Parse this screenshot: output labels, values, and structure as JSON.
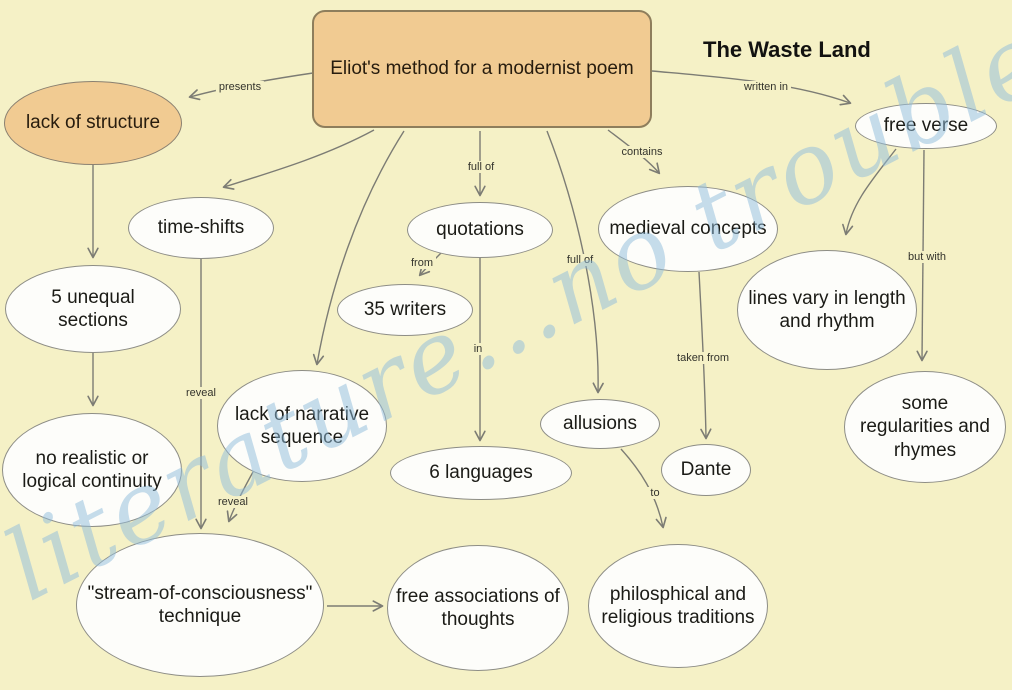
{
  "title": "The Waste Land",
  "root": {
    "label": "Eliot's method for a modernist poem"
  },
  "watermark": {
    "text": "literature...no trouble",
    "color": "#8fbcdc"
  },
  "colors": {
    "background": "#f5f1c6",
    "node_fill": "#fdfdfa",
    "node_border": "#8d8d86",
    "accent_fill": "#f1cb92",
    "accent_border": "#8e7e5c",
    "line": "#7c7c74",
    "text": "#1b1b16",
    "watermark": "#8fbcdc"
  },
  "nodes": [
    {
      "id": "lack-of-structure",
      "label": "lack of structure",
      "accent": true
    },
    {
      "id": "free-verse",
      "label": "free verse",
      "accent": false
    },
    {
      "id": "time-shifts",
      "label": "time-shifts",
      "accent": false
    },
    {
      "id": "quotations",
      "label": "quotations",
      "accent": false
    },
    {
      "id": "medieval-concepts",
      "label": "medieval concepts",
      "accent": false
    },
    {
      "id": "five-unequal-sections",
      "label": "5 unequal sections",
      "accent": false
    },
    {
      "id": "thirty-five-writers",
      "label": "35 writers",
      "accent": false
    },
    {
      "id": "lines-vary",
      "label": "lines vary in length and rhythm",
      "accent": false
    },
    {
      "id": "lack-of-narrative-sequence",
      "label": "lack of narrative sequence",
      "accent": false
    },
    {
      "id": "allusions",
      "label": "allusions",
      "accent": false
    },
    {
      "id": "dante",
      "label": "Dante",
      "accent": false
    },
    {
      "id": "some-regularities",
      "label": "some regularities and rhymes",
      "accent": false
    },
    {
      "id": "no-realistic-continuity",
      "label": "no realistic or logical continuity",
      "accent": false
    },
    {
      "id": "six-languages",
      "label": "6 languages",
      "accent": false
    },
    {
      "id": "stream-of-consciousness",
      "label": "\"stream-of-consciousness\" technique",
      "accent": false
    },
    {
      "id": "free-associations",
      "label": "free associations of thoughts",
      "accent": false
    },
    {
      "id": "philosophical-traditions",
      "label": "philosphical and religious traditions",
      "accent": false
    }
  ],
  "edges": [
    {
      "from": "root",
      "to": "lack-of-structure",
      "label": "presents"
    },
    {
      "from": "root",
      "to": "free-verse",
      "label": "written in"
    },
    {
      "from": "root",
      "to": "time-shifts",
      "label": ""
    },
    {
      "from": "root",
      "to": "quotations",
      "label": "full of"
    },
    {
      "from": "root",
      "to": "medieval-concepts",
      "label": "contains"
    },
    {
      "from": "root",
      "to": "allusions",
      "label": "full of"
    },
    {
      "from": "root",
      "to": "lack-of-narrative-sequence",
      "label": ""
    },
    {
      "from": "lack-of-structure",
      "to": "five-unequal-sections",
      "label": ""
    },
    {
      "from": "five-unequal-sections",
      "to": "no-realistic-continuity",
      "label": ""
    },
    {
      "from": "time-shifts",
      "to": "stream-of-consciousness",
      "label": "reveal"
    },
    {
      "from": "lack-of-narrative-sequence",
      "to": "stream-of-consciousness",
      "label": "reveal"
    },
    {
      "from": "quotations",
      "to": "thirty-five-writers",
      "label": "from"
    },
    {
      "from": "quotations",
      "to": "six-languages",
      "label": "in"
    },
    {
      "from": "medieval-concepts",
      "to": "dante",
      "label": "taken from"
    },
    {
      "from": "free-verse",
      "to": "lines-vary",
      "label": ""
    },
    {
      "from": "free-verse",
      "to": "some-regularities",
      "label": "but with"
    },
    {
      "from": "allusions",
      "to": "philosophical-traditions",
      "label": "to"
    },
    {
      "from": "stream-of-consciousness",
      "to": "free-associations",
      "label": ""
    }
  ]
}
